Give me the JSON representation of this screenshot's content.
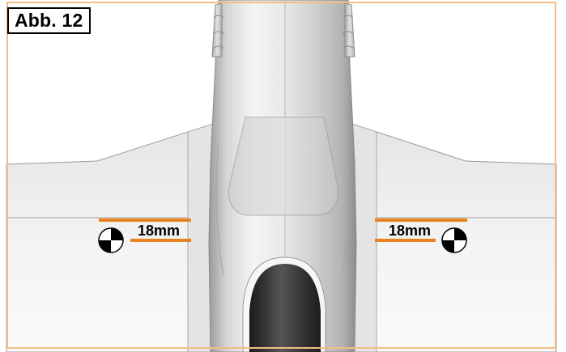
{
  "figure": {
    "label": "Abb. 12",
    "dimension_left": "18mm",
    "dimension_right": "18mm"
  },
  "colors": {
    "frame": "#f2bd87",
    "dimension_line": "#e8821e",
    "cg_marker_dark": "#000000",
    "cg_marker_light": "#ffffff"
  },
  "icons": [
    "center-of-gravity-icon",
    "center-of-gravity-icon"
  ]
}
